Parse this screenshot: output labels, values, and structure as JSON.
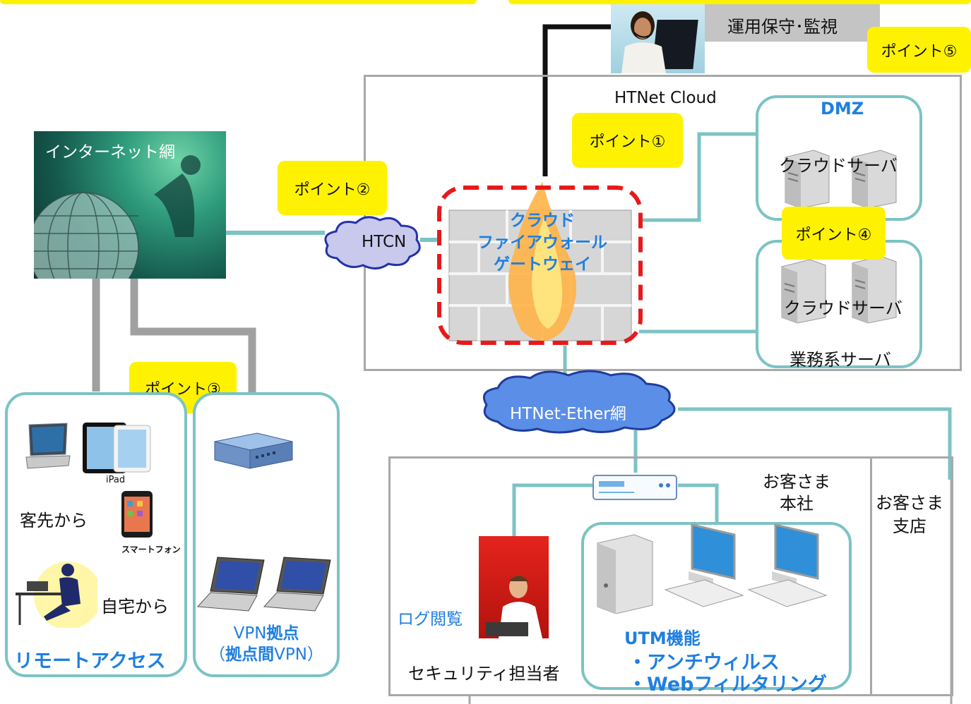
{
  "labels": {
    "ops": "運用保守･監視",
    "p1": "ポイント①",
    "p2": "ポイント②",
    "p3": "ポイント③",
    "p4": "ポイント④",
    "p5": "ポイント⑤",
    "cloud": "HTNet Cloud",
    "dmz": "DMZ",
    "cloud_server_1": "クラウドサーバ",
    "cloud_server_2": "クラウドサーバ",
    "business_servers": "業務系サーバ",
    "internet": "インターネット網",
    "htcn": "HTCN",
    "fw_line1": "クラウド",
    "fw_line2": "ファイアウォール",
    "fw_line3": "ゲートウェイ",
    "ether": "HTNet-Ether網",
    "hq_line1": "お客さま",
    "hq_line2": "本社",
    "branch_line1": "お客さま",
    "branch_line2": "支店",
    "ipad": "iPad",
    "smartphone": "スマートフォン",
    "from_client": "客先から",
    "from_home": "自宅から",
    "remote_access": "リモートアクセス",
    "vpn_line1_a": "VPN",
    "vpn_line1_b": "拠点",
    "vpn_line2_a": "（",
    "vpn_line2_b": "拠点間",
    "vpn_line2_c": "VPN）",
    "log_view": "ログ閲覧",
    "security_staff": "セキュリティ担当者",
    "utm_title": "UTM機能",
    "utm_item1": "・アンチウィルス",
    "utm_item2": "・Webフィルタリング"
  },
  "colors": {
    "teal": "#7cc3c4",
    "grey": "#a8a8a8",
    "yellow": "#fff200",
    "blue_text": "#1f7fe0",
    "firewall_dash": "#e8191b",
    "htcn_cloud": "#c9c9ee",
    "ether_cloud": "#5b8ee6"
  }
}
